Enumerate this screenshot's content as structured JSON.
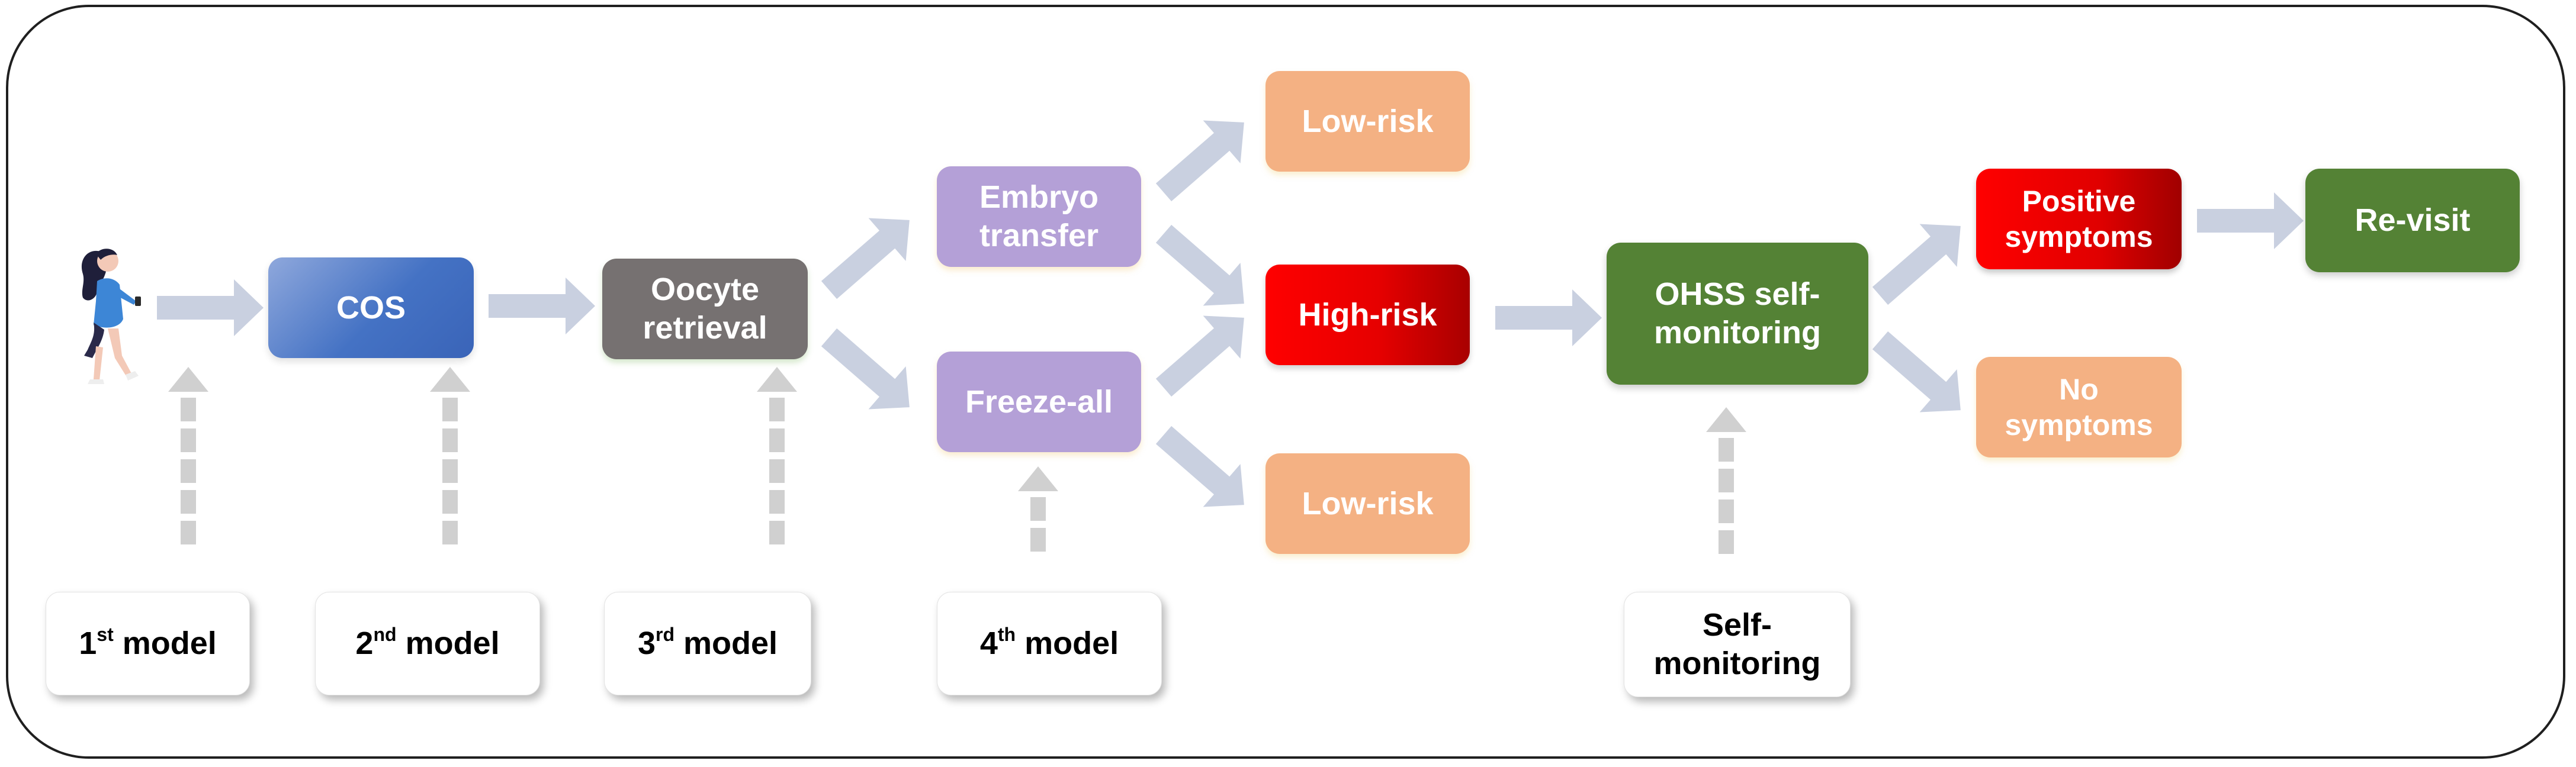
{
  "nodes": {
    "cos": "COS",
    "oocyte": "Oocyte\nretrieval",
    "embryo": "Embryo\ntransfer",
    "freeze": "Freeze-all",
    "low_top": "Low-risk",
    "high": "High-risk",
    "low_bottom": "Low-risk",
    "ohss": "OHSS self-\nmonitoring",
    "positive": "Positive\nsymptoms",
    "no_symptoms": "No\nsymptoms",
    "revisit": "Re-visit"
  },
  "models": [
    {
      "num": "1",
      "suffix": "st",
      "label": "model"
    },
    {
      "num": "2",
      "suffix": "nd",
      "label": "model"
    },
    {
      "num": "3",
      "suffix": "rd",
      "label": "model"
    },
    {
      "num": "4",
      "suffix": "th",
      "label": "model"
    }
  ],
  "self_monitoring": "Self-\nmonitoring",
  "colors": {
    "cos": "#4472c4",
    "oocyte": "#767171",
    "purple": "#b4a0d7",
    "orange": "#f4b183",
    "red": "#e00000",
    "green": "#548235",
    "arrow": "#c9d0e0",
    "dashed_arrow": "#d0d0d0"
  },
  "icons": [
    "person-walking-icon"
  ]
}
